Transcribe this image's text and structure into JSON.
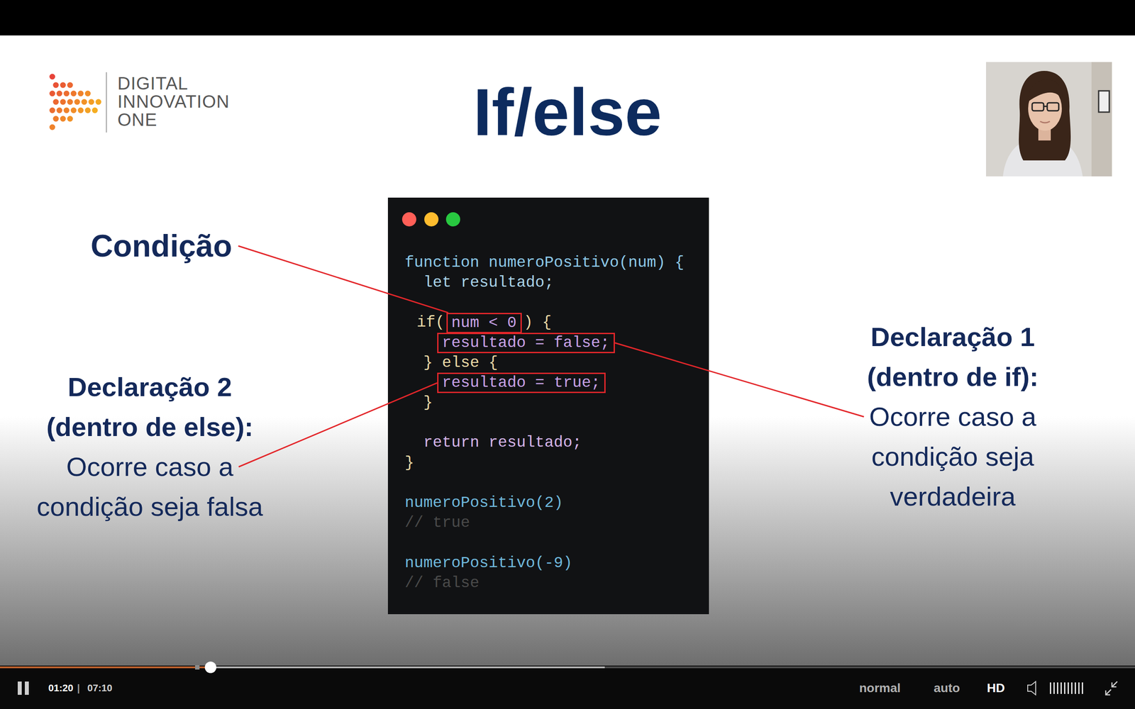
{
  "diagram": {
    "title": "If/else",
    "nodes": [
      {
        "text": [
          "function numeroPositivo(num) {",
          "let resultado;",
          "if(",
          ") {",
          "} else {",
          "}",
          "return resultado;",
          "}",
          "numeroPositivo(2)",
          "// true",
          "numeroPositivo(-9)",
          "// false"
        ]
      },
      {
        "text": [
          "num < 0"
        ],
        "in": 0
      },
      {
        "text": [
          "resultado = false;"
        ],
        "in": 0
      },
      {
        "text": [
          "resultado = true;"
        ],
        "in": 0
      }
    ],
    "labels": [
      "DIGITAL INNOVATION ONE",
      "Condição",
      "Declaração 1 (dentro de if):",
      "Ocorre caso a condição seja verdadeira",
      "Declaração 2 (dentro de else):",
      "Ocorre caso a condição seja falsa",
      "01:20",
      "|",
      "07:10",
      "normal",
      "auto",
      "HD"
    ]
  }
}
